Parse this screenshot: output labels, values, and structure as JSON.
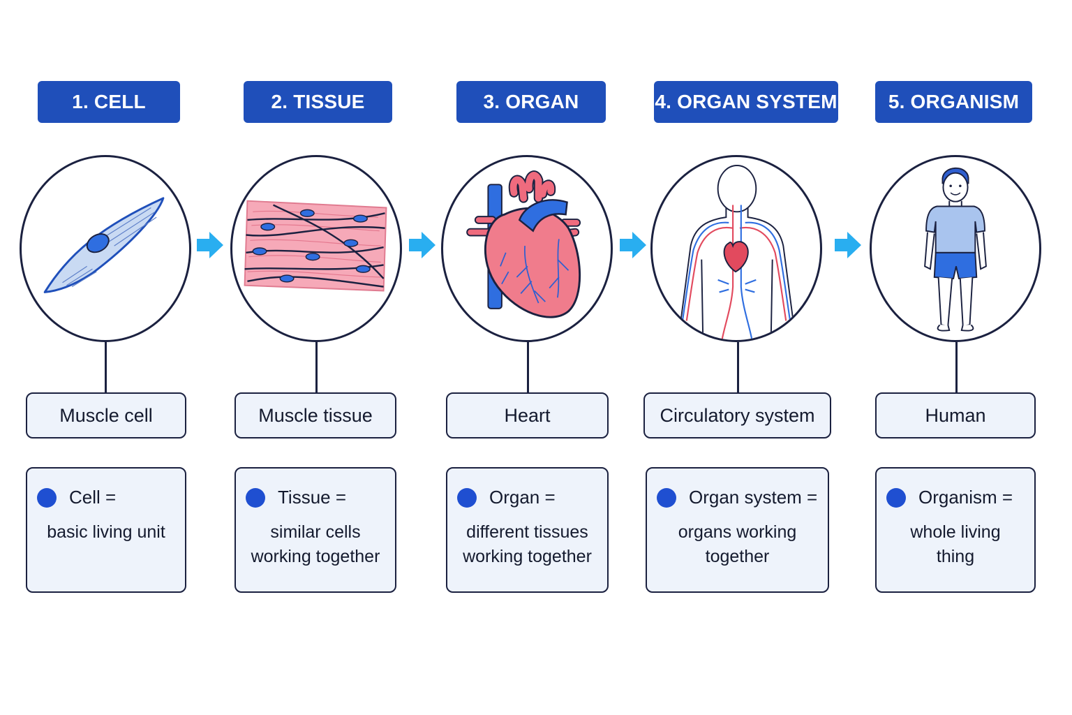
{
  "levels": [
    {
      "heading": "1. CELL",
      "name": "Muscle cell",
      "term": "Cell =",
      "definition": "basic living unit",
      "icon": "muscle-cell-icon"
    },
    {
      "heading": "2. TISSUE",
      "name": "Muscle tissue",
      "term": "Tissue =",
      "definition": "similar cells working together",
      "icon": "muscle-tissue-icon"
    },
    {
      "heading": "3. ORGAN",
      "name": "Heart",
      "term": "Organ =",
      "definition": "different tissues working together",
      "icon": "heart-icon"
    },
    {
      "heading": "4. ORGAN SYSTEM",
      "name": "Circulatory system",
      "term": "Organ system =",
      "definition": "organs working together",
      "icon": "circulatory-system-icon"
    },
    {
      "heading": "5. ORGANISM",
      "name": "Human",
      "term": "Organism =",
      "definition": "whole living thing",
      "icon": "human-icon"
    }
  ],
  "colors": {
    "header": "#1f4fba",
    "box_fill": "#eef3fb",
    "outline": "#1b2140",
    "arrow": "#29aef0",
    "bullet": "#1f4fd1",
    "tissue_pink": "#f5a3b4",
    "artery_red": "#e24a5e",
    "vein_blue": "#2f6ee0"
  }
}
